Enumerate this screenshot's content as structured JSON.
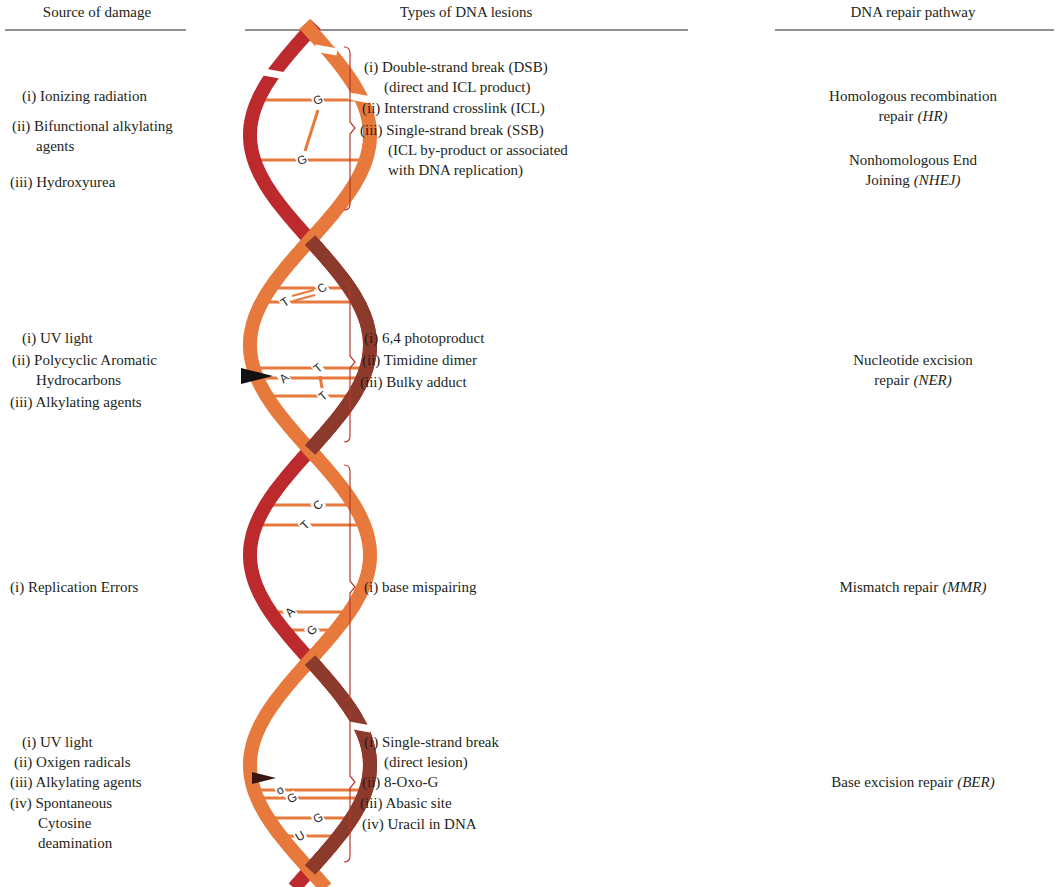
{
  "diagram": {
    "labels": [
      "Source of damage",
      "Types of DNA lesions",
      "DNA repair pathway",
      "(i) Ionizing radiation",
      "(ii) Bifunctional alkylating agents",
      "(iii) Hydroxyurea",
      "(i) UV light",
      "(ii) Polycyclic Aromatic Hydrocarbons",
      "(iii) Alkylating agents",
      "(i) Replication Errors",
      "(i) UV light",
      "(ii) Oxigen radicals",
      "(iii) Alkylating agents",
      "(iv) Spontaneous Cytosine deamination",
      "(i) Double-strand break (DSB) (direct and ICL product)",
      "(ii) Interstrand crosslink (ICL)",
      "(iii) Single-strand break (SSB) (ICL by-product or associated with DNA replication)",
      "(i) 6,4 photoproduct",
      "(ii) Timidine dimer",
      "(iii) Bulky adduct",
      "(i) base mispairing",
      "(i) Single-strand break (direct lesion)",
      "(ii) 8-Oxo-G",
      "(iii) Abasic site",
      "(iv) Uracil in DNA",
      "Homologous recombination repair",
      "(HR)",
      "Nonhomologous End Joining",
      "(NHEJ)",
      "Nucleotide excision repair",
      "(NER)",
      "Mismatch repair",
      "(MMR)",
      "Base excision repair",
      "(BER)",
      "G",
      "G",
      "T",
      "C",
      "A",
      "T",
      "T",
      "C",
      "T",
      "A",
      "G",
      "o",
      "G",
      "U",
      "G"
    ]
  }
}
